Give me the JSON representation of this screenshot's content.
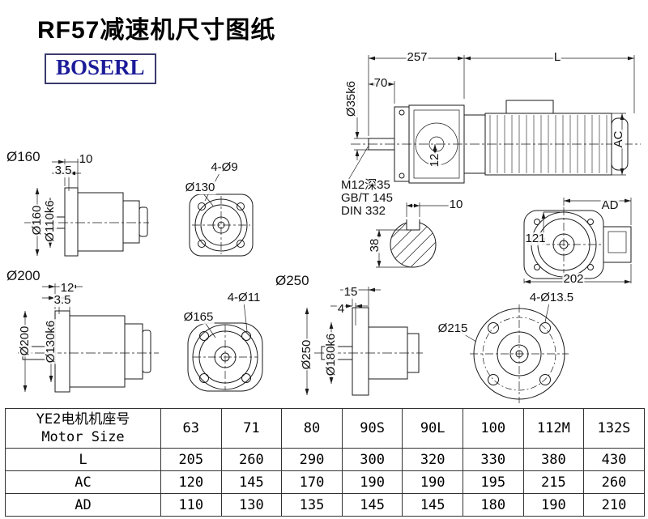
{
  "title": "RF57减速机尺寸图纸",
  "logo": "BOSERL",
  "labels": {
    "d257": "257",
    "dL": "L",
    "d70": "70",
    "shaft_dia": "Ø35k6",
    "ac": "AC",
    "ad": "AD",
    "d121": "121",
    "d202": "202",
    "key_width": "10",
    "d38": "38",
    "d12_vert": "12",
    "m12_line1": "M12深35",
    "m12_line2": "GB/T 145",
    "m12_line3": "DIN 332",
    "sec160": "Ø160",
    "sec200": "Ø200",
    "sec250": "Ø250",
    "f160_d1": "10",
    "f160_d2": "3.5",
    "f160_outer": "Ø160",
    "f160_inner": "Ø110k6",
    "f130_label": "Ø130",
    "f130_holes": "4-Ø9",
    "f200_d1": "12",
    "f200_d2": "3.5",
    "f200_outer": "Ø200",
    "f200_inner": "Ø130k6",
    "f165_label": "Ø165",
    "f165_holes": "4-Ø11",
    "f250_d1": "15",
    "f250_d2": "4",
    "f250_outer": "Ø250",
    "f250_inner": "Ø180k6",
    "f215_label": "Ø215",
    "f215_holes": "4-Ø13.5"
  },
  "table": {
    "header_line1": "YE2电机机座号",
    "header_line2": "Motor Size",
    "sizes": [
      "63",
      "71",
      "80",
      "90S",
      "90L",
      "100",
      "112M",
      "132S"
    ],
    "rows": [
      {
        "label": "L",
        "values": [
          "205",
          "260",
          "290",
          "300",
          "320",
          "330",
          "380",
          "430"
        ]
      },
      {
        "label": "AC",
        "values": [
          "120",
          "145",
          "170",
          "190",
          "190",
          "195",
          "215",
          "260"
        ]
      },
      {
        "label": "AD",
        "values": [
          "110",
          "130",
          "135",
          "145",
          "145",
          "180",
          "190",
          "210"
        ]
      }
    ]
  }
}
